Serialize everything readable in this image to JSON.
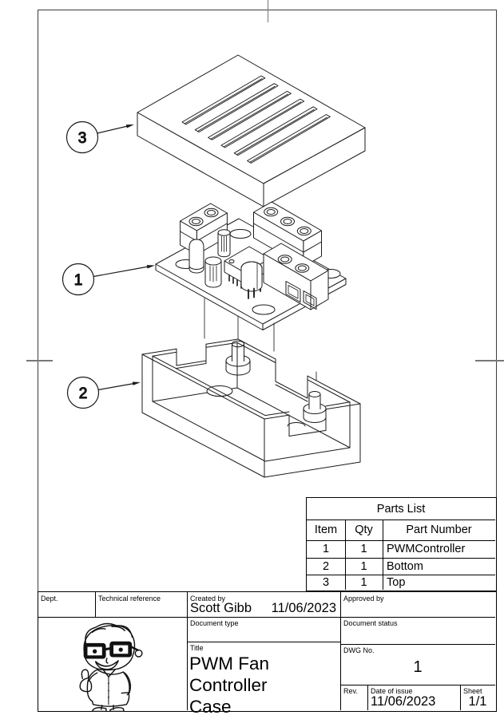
{
  "sheet": {
    "balloons": [
      {
        "label": "3"
      },
      {
        "label": "1"
      },
      {
        "label": "2"
      }
    ]
  },
  "parts_list": {
    "title": "Parts List",
    "columns": [
      "Item",
      "Qty",
      "Part Number"
    ],
    "rows": [
      {
        "item": "1",
        "qty": "1",
        "part_number": "PWMController"
      },
      {
        "item": "2",
        "qty": "1",
        "part_number": "Bottom"
      },
      {
        "item": "3",
        "qty": "1",
        "part_number": "Top"
      }
    ]
  },
  "title_block": {
    "dept_label": "Dept.",
    "technical_reference_label": "Technical reference",
    "created_by_label": "Created by",
    "created_by_value": "Scott Gibb",
    "created_date_value": "11/06/2023",
    "approved_by_label": "Approved by",
    "document_type_label": "Document type",
    "document_status_label": "Document status",
    "title_label": "Title",
    "title_line1": "PWM Fan",
    "title_line2": "Controller",
    "title_line3": "Case",
    "dwg_no_label": "DWG No.",
    "dwg_no_value": "1",
    "rev_label": "Rev.",
    "date_of_issue_label": "Date of issue",
    "date_of_issue_value": "11/06/2023",
    "sheet_label": "Sheet",
    "sheet_value": "1/1"
  }
}
